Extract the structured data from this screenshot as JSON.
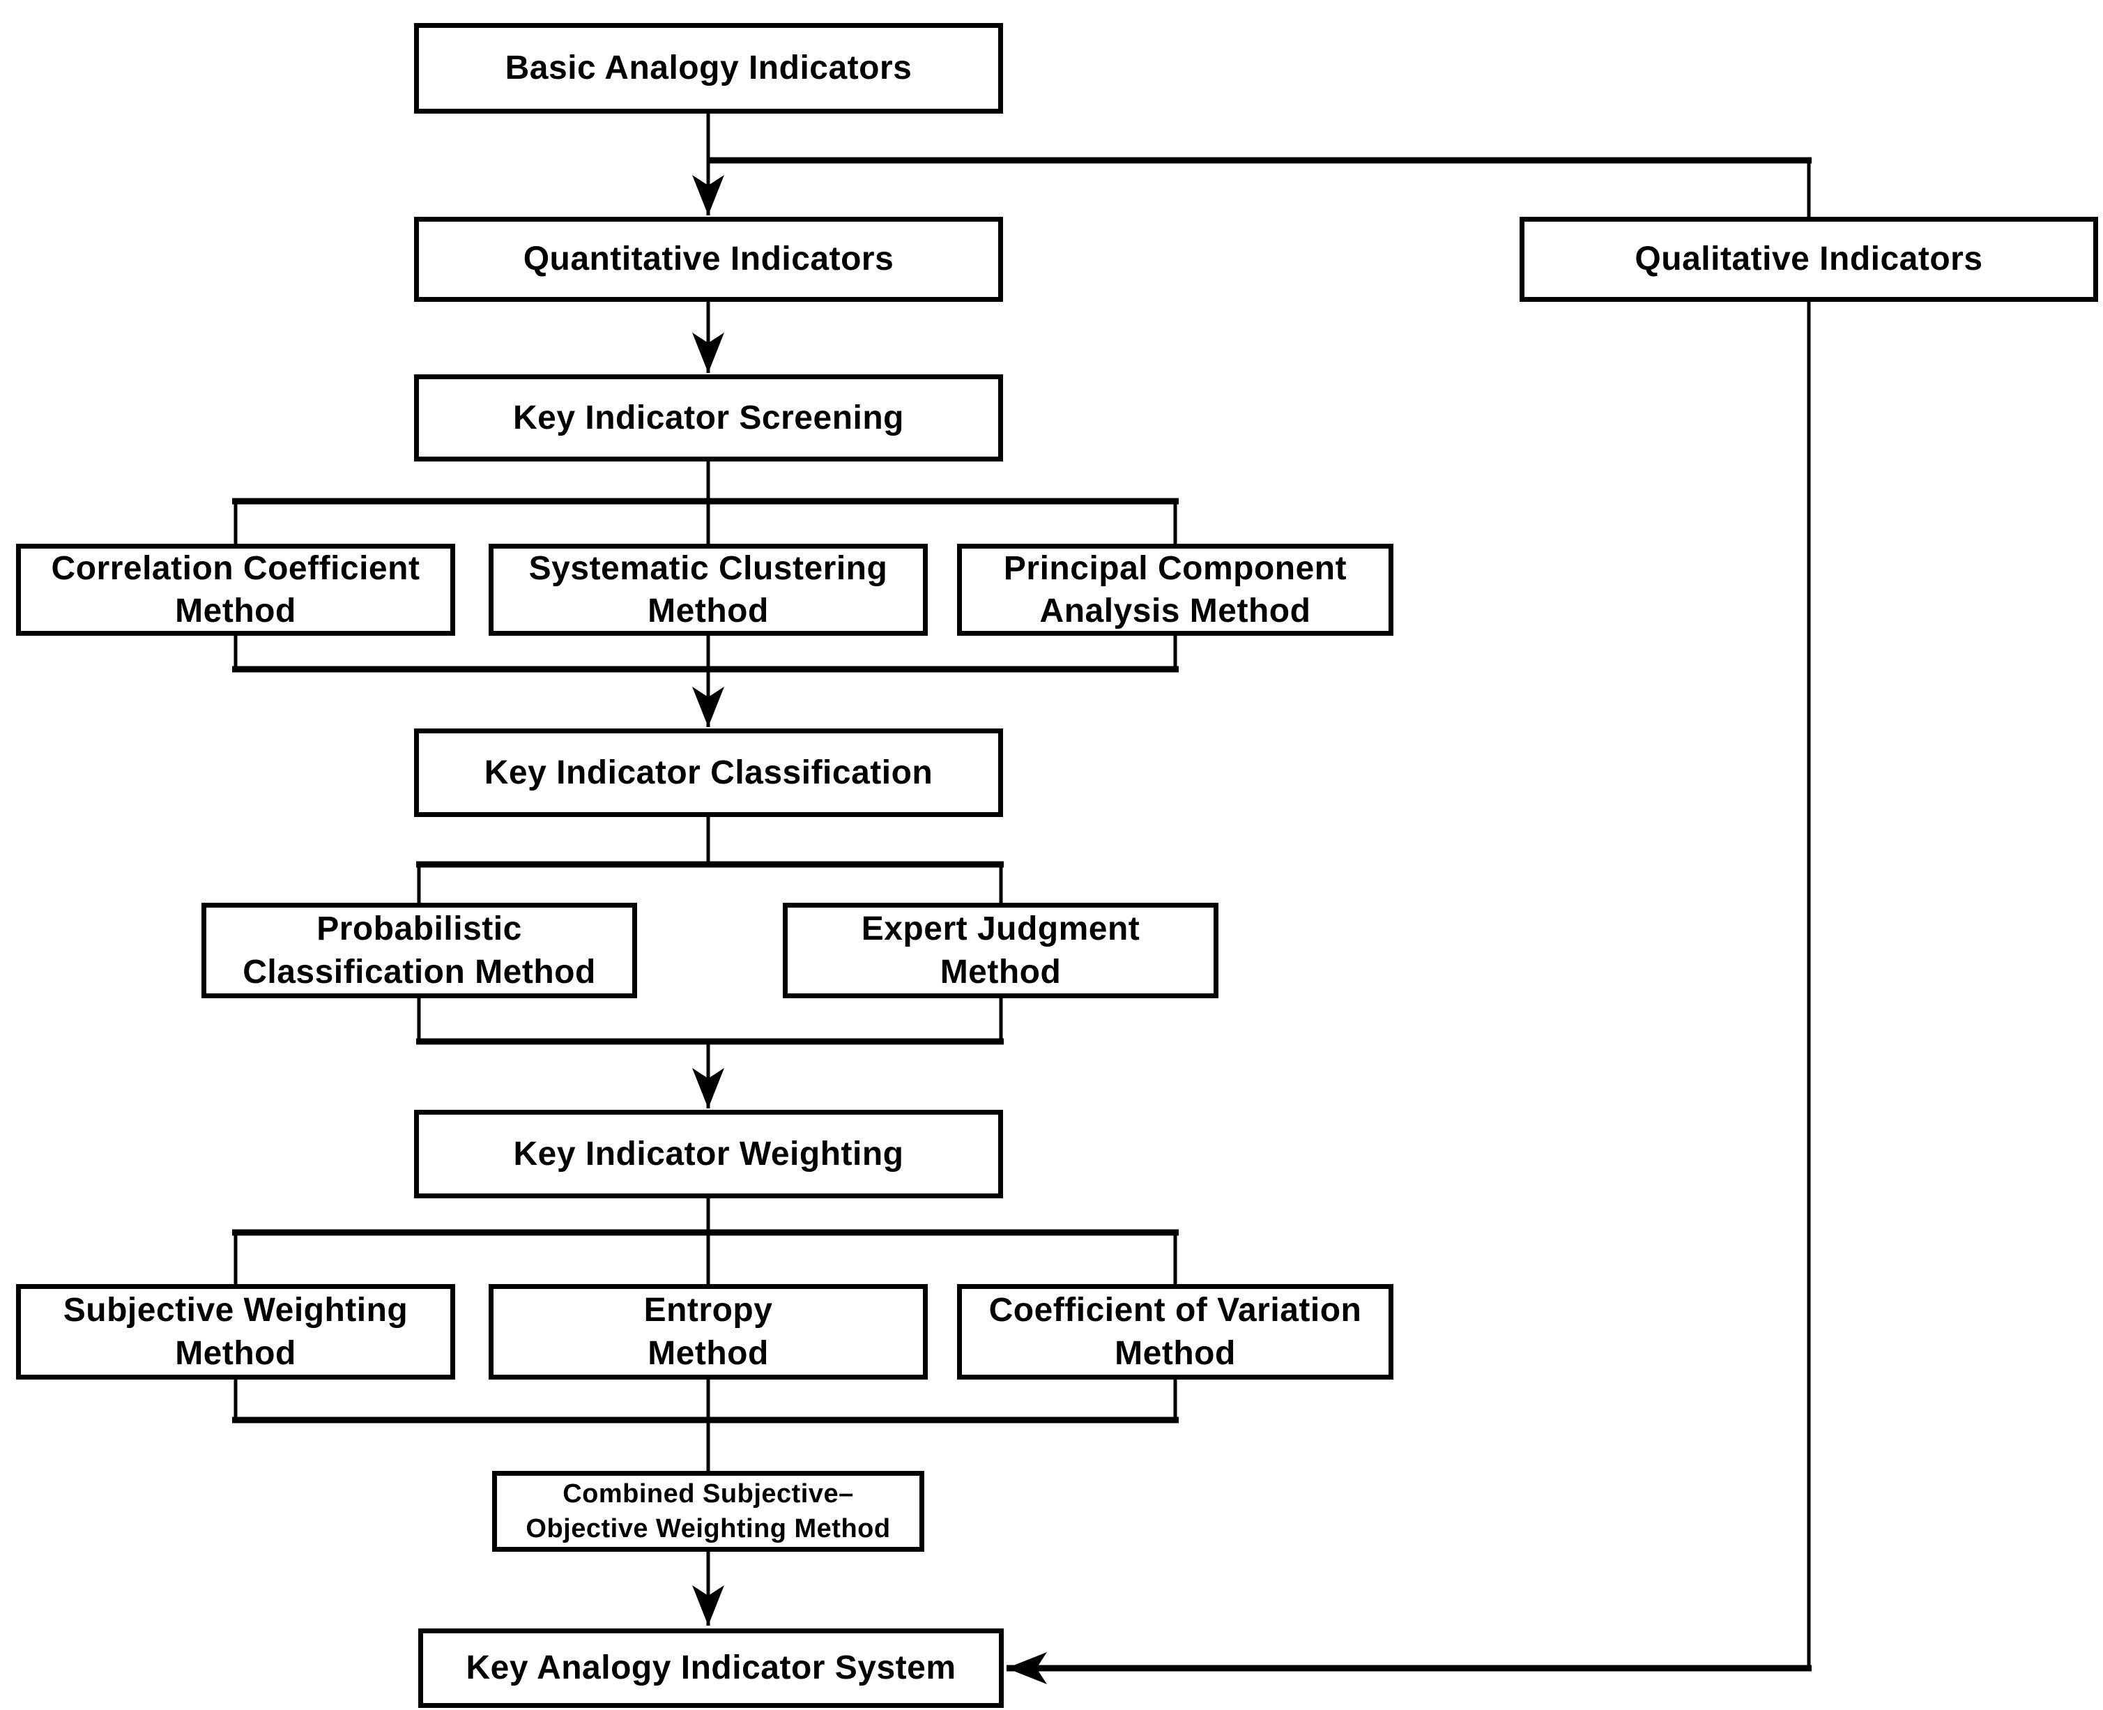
{
  "nodes": {
    "basic": {
      "label": "Basic Analogy Indicators"
    },
    "quantitative": {
      "label": "Quantitative Indicators"
    },
    "qualitative": {
      "label": "Qualitative Indicators"
    },
    "screening": {
      "label": "Key Indicator Screening"
    },
    "correlation": {
      "label": "Correlation Coefficient\nMethod"
    },
    "clustering": {
      "label": "Systematic Clustering\nMethod"
    },
    "pca": {
      "label": "Principal Component\nAnalysis Method"
    },
    "classification": {
      "label": "Key Indicator Classification"
    },
    "probabilistic": {
      "label": "Probabilistic\nClassification Method"
    },
    "expert": {
      "label": "Expert Judgment\nMethod"
    },
    "weighting": {
      "label": "Key Indicator Weighting"
    },
    "subjective": {
      "label": "Subjective Weighting\nMethod"
    },
    "entropy": {
      "label": "Entropy\nMethod"
    },
    "variation": {
      "label": "Coefficient of Variation\nMethod"
    },
    "combined": {
      "label": "Combined Subjective–\nObjective Weighting Method"
    },
    "system": {
      "label": "Key Analogy Indicator System"
    }
  },
  "edges": [
    {
      "from": "basic",
      "to": "quantitative",
      "arrow": true
    },
    {
      "from": "basic",
      "to": "qualitative",
      "arrow": false
    },
    {
      "from": "quantitative",
      "to": "screening",
      "arrow": true
    },
    {
      "from": "screening",
      "to": "correlation",
      "arrow": false
    },
    {
      "from": "screening",
      "to": "clustering",
      "arrow": false
    },
    {
      "from": "screening",
      "to": "pca",
      "arrow": false
    },
    {
      "from": "correlation",
      "to": "classification",
      "arrow": true
    },
    {
      "from": "clustering",
      "to": "classification",
      "arrow": true
    },
    {
      "from": "pca",
      "to": "classification",
      "arrow": true
    },
    {
      "from": "classification",
      "to": "probabilistic",
      "arrow": false
    },
    {
      "from": "classification",
      "to": "expert",
      "arrow": false
    },
    {
      "from": "probabilistic",
      "to": "weighting",
      "arrow": true
    },
    {
      "from": "expert",
      "to": "weighting",
      "arrow": true
    },
    {
      "from": "weighting",
      "to": "subjective",
      "arrow": false
    },
    {
      "from": "weighting",
      "to": "entropy",
      "arrow": false
    },
    {
      "from": "weighting",
      "to": "variation",
      "arrow": false
    },
    {
      "from": "subjective",
      "to": "combined",
      "arrow": false
    },
    {
      "from": "entropy",
      "to": "combined",
      "arrow": false
    },
    {
      "from": "variation",
      "to": "combined",
      "arrow": false
    },
    {
      "from": "combined",
      "to": "system",
      "arrow": true
    },
    {
      "from": "qualitative",
      "to": "system",
      "arrow": true
    }
  ],
  "colors": {
    "line": "#000000",
    "box_fill": "#ffffff",
    "background": "#ffffff",
    "text": "#000000"
  }
}
